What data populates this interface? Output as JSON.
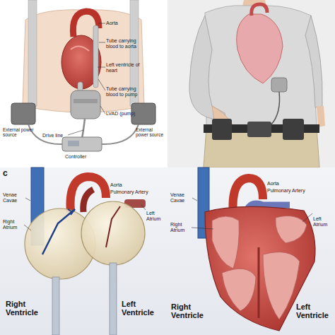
{
  "diagram": {
    "labels": [
      "Aorta",
      "Tube carrying blood to aorta",
      "Left ventricle of heart",
      "Tube carrying blood to pump",
      "LVAD (pump)",
      "Drive line",
      "External power source",
      "External power source",
      "Controller",
      "c",
      "Venae Cavae",
      "Aorta",
      "Pulmonary Artery",
      "Left Atrium",
      "Right Atrium",
      "Right Ventricle",
      "Left Ventricle",
      "Venae Cavae",
      "Aorta",
      "Pulmonary Artery",
      "Left Atrium",
      "Right Atrium",
      "Right Ventricle",
      "Left Ventricle"
    ]
  }
}
